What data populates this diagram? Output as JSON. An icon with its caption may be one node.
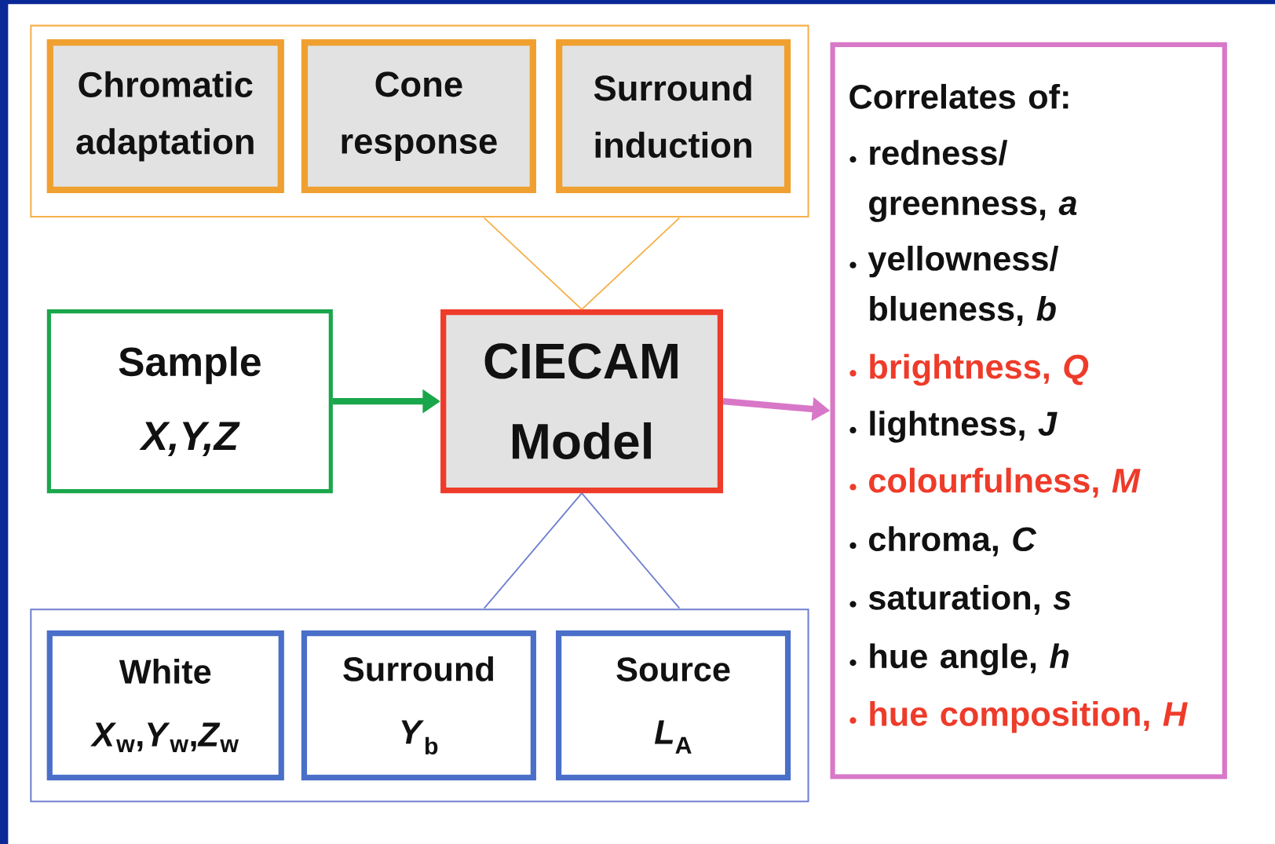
{
  "diagram": {
    "nodes": [
      {
        "text": [],
        "shape": "box"
      },
      {
        "text": [
          "Chromatic adaptation"
        ],
        "in": 0
      },
      {
        "text": [
          "Cone response"
        ],
        "in": 0
      },
      {
        "text": [
          "Surround induction"
        ],
        "in": 0
      },
      {
        "text": [
          "Sample",
          "*X*,*Y*,*Z*"
        ]
      },
      {
        "text": [
          "CIECAM Model"
        ]
      },
      {
        "text": [],
        "shape": "box"
      },
      {
        "text": [
          "White",
          "*X*$_{w}$,*Y*$_{w}$,*Z*$_{w}$"
        ],
        "in": 6
      },
      {
        "text": [
          "Surround",
          "*Y*$_{b}$"
        ],
        "in": 6
      },
      {
        "text": [
          "Source",
          "*L*$_{A}$"
        ],
        "in": 6
      },
      {
        "text": [
          "Correlates of:",
          "redness/ greenness, *a*",
          "yellowness/ blueness, *b*",
          "brightness, *Q*",
          "lightness, *J*",
          "colourfulness, *M*",
          "chroma, *C*",
          "saturation, *s*",
          "hue angle, *h*",
          "hue composition, *H*"
        ]
      }
    ],
    "edges": [
      {
        "from": 4,
        "to": 5,
        "arrow": "to",
        "style": "thick",
        "color": "#1aa64a"
      },
      {
        "from": 5,
        "to": 10,
        "arrow": "to",
        "style": "thick",
        "color": "#d877c8"
      },
      {
        "from": 0,
        "to": 5,
        "arrow": "none",
        "color": "#f5b04a"
      },
      {
        "from": 6,
        "to": 5,
        "arrow": "none",
        "color": "#7080d0"
      }
    ]
  }
}
